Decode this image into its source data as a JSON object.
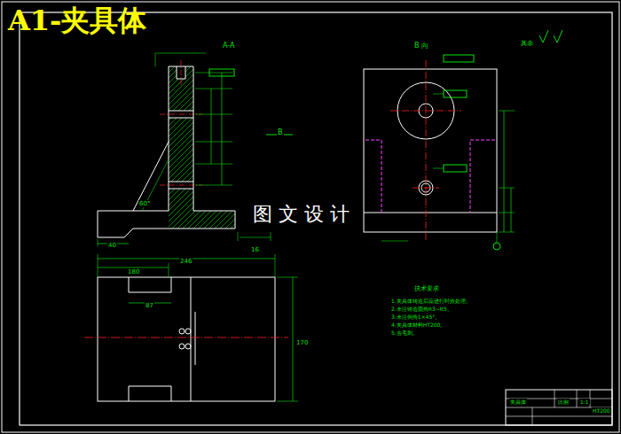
{
  "diagram": {
    "title": "A1-夹具体",
    "labels": [
      "A-A",
      "B 向",
      "B",
      "图 文 设 计",
      "技术要求",
      "1.夹具体铸造后应进行时效处理。",
      "2.未注铸造圆角R3~R5。",
      "3.未注倒角1×45°。",
      "4.夹具体材料HT200。",
      "5.去毛刺。",
      "40",
      "16",
      "60°",
      "246",
      "180",
      "87",
      "170",
      "其余",
      "夹具体",
      "比例",
      "1:1",
      "HT200"
    ]
  }
}
